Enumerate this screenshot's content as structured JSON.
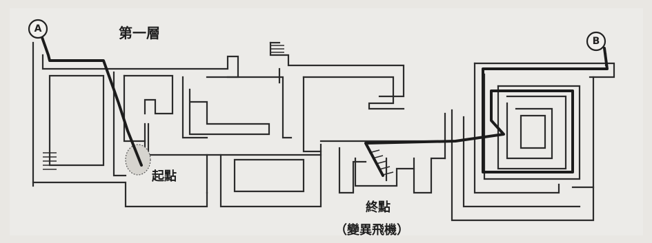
{
  "diagram": {
    "floor_title": "第一層",
    "start_label": "起點",
    "end_label": "終點",
    "end_note": "（變異飛機）",
    "marker_a": "A",
    "marker_b": "B"
  },
  "colors": {
    "background": "#e9e7e3",
    "ink": "#2b2b2b"
  }
}
